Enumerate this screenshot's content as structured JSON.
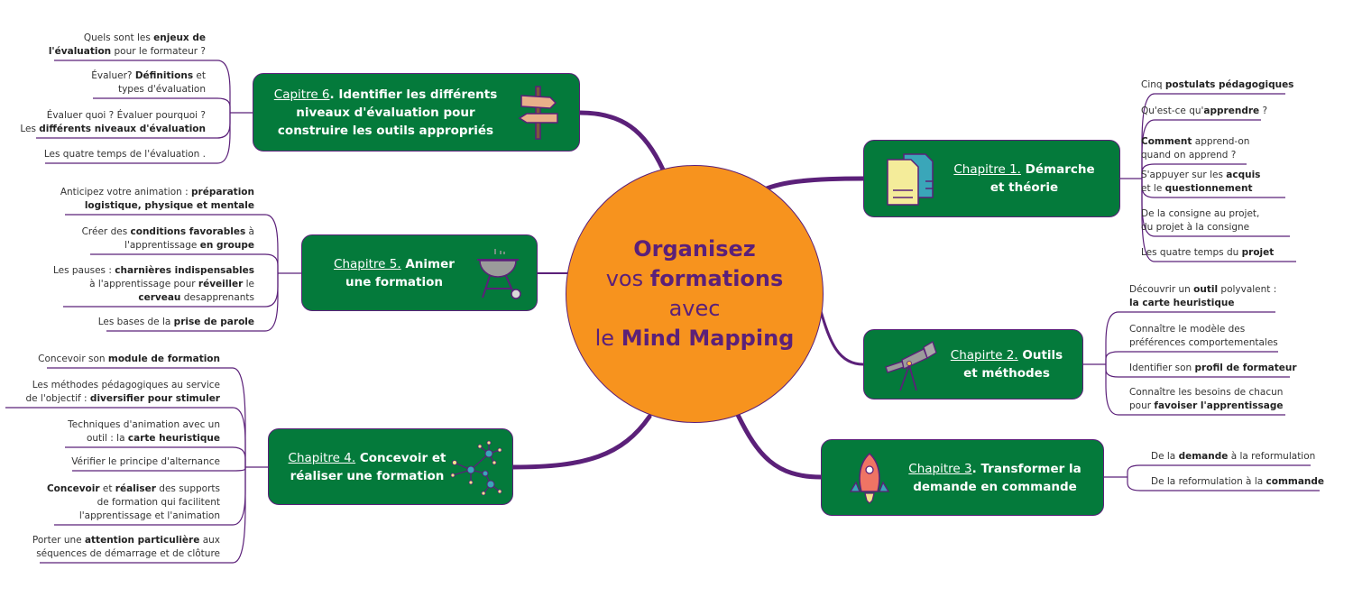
{
  "center": {
    "line1_bold": "Organisez",
    "line2_normal": "vos ",
    "line2_bold": "formations",
    "line3_normal": "avec",
    "line4_normal": "le ",
    "line4_bold": "Mind Mapping"
  },
  "colors": {
    "center_fill": "#f7931e",
    "accent": "#5b2079",
    "topic_fill": "#047a3b",
    "topic_text": "#ffffff"
  },
  "topics": [
    {
      "id": "ch1",
      "chapter_label": "Chapitre 1.",
      "title_part1": " Démarche",
      "title_part2": "et théorie",
      "icon": "documents-icon",
      "subtopics": [
        {
          "parts": [
            [
              "Cinq ",
              false
            ],
            [
              "postulats pédagogiques",
              true
            ]
          ]
        },
        {
          "parts": [
            [
              "Qu'est-ce qu'",
              false
            ],
            [
              "apprendre",
              true
            ],
            [
              " ?",
              false
            ]
          ]
        },
        {
          "parts": [
            [
              "Comment",
              true
            ],
            [
              " apprend-on",
              false
            ]
          ],
          "parts2": [
            [
              "quand on apprend ?",
              false
            ]
          ]
        },
        {
          "parts": [
            [
              "S'appuyer sur les ",
              false
            ],
            [
              "acquis",
              true
            ]
          ],
          "parts2": [
            [
              "et le ",
              false
            ],
            [
              "questionnement",
              true
            ]
          ]
        },
        {
          "parts": [
            [
              "De la consigne au projet,",
              false
            ]
          ],
          "parts2": [
            [
              "du projet à la consigne",
              false
            ]
          ]
        },
        {
          "parts": [
            [
              "Les quatre temps du ",
              false
            ],
            [
              "projet",
              true
            ]
          ]
        }
      ]
    },
    {
      "id": "ch2",
      "chapter_label": "Chapirte 2.",
      "title_part1": " Outils",
      "title_part2": "et méthodes",
      "icon": "telescope-icon",
      "subtopics": [
        {
          "parts": [
            [
              "Découvrir un ",
              false
            ],
            [
              "outil",
              true
            ],
            [
              " polyvalent :",
              false
            ]
          ],
          "parts2": [
            [
              "la carte heuristique",
              true
            ]
          ]
        },
        {
          "parts": [
            [
              "Connaître le modèle des",
              false
            ]
          ],
          "parts2": [
            [
              "préférences comportementales",
              false
            ]
          ]
        },
        {
          "parts": [
            [
              "Identifier son ",
              false
            ],
            [
              "profil de formateur",
              true
            ]
          ]
        },
        {
          "parts": [
            [
              "Connaître les besoins de chacun",
              false
            ]
          ],
          "parts2": [
            [
              "pour ",
              false
            ],
            [
              "favoiser l'apprentissage",
              true
            ]
          ]
        }
      ]
    },
    {
      "id": "ch3",
      "chapter_label": "Chapitre 3",
      "title_part1": ". Transformer la",
      "title_part2": "demande en commande",
      "icon": "rocket-icon",
      "subtopics": [
        {
          "parts": [
            [
              "De la ",
              false
            ],
            [
              "demande",
              true
            ],
            [
              " à la reformulation",
              false
            ]
          ]
        },
        {
          "parts": [
            [
              "De la reformulation à la ",
              false
            ],
            [
              "commande",
              true
            ]
          ]
        }
      ]
    },
    {
      "id": "ch4",
      "chapter_label": "Chapitre 4.",
      "title_part1": " Concevoir et",
      "title_part2": "réaliser une formation",
      "icon": "network-icon",
      "subtopics": [
        {
          "parts": [
            [
              "Concevoir son ",
              false
            ],
            [
              "module de formation",
              true
            ]
          ]
        },
        {
          "parts": [
            [
              "Les méthodes pédagogiques au service",
              false
            ]
          ],
          "parts2": [
            [
              "de l'objectif : ",
              false
            ],
            [
              "diversifier pour stimuler",
              true
            ]
          ]
        },
        {
          "parts": [
            [
              "Techniques d'animation avec un",
              false
            ]
          ],
          "parts2": [
            [
              "outil : la ",
              false
            ],
            [
              "carte heuristique",
              true
            ]
          ]
        },
        {
          "parts": [
            [
              "Vérifier le principe d'alternance",
              false
            ]
          ]
        },
        {
          "parts": [
            [
              "Concevoir",
              true
            ],
            [
              " et ",
              false
            ],
            [
              "réaliser",
              true
            ],
            [
              " des supports",
              false
            ]
          ],
          "parts2": [
            [
              "de formation qui facilitent",
              false
            ]
          ],
          "parts3": [
            [
              "l'apprentissage et l'animation",
              false
            ]
          ]
        },
        {
          "parts": [
            [
              "Porter une ",
              false
            ],
            [
              "attention particulière",
              true
            ],
            [
              " aux",
              false
            ]
          ],
          "parts2": [
            [
              "séquences de démarrage et de clôture",
              false
            ]
          ]
        }
      ]
    },
    {
      "id": "ch5",
      "chapter_label": "Chapitre 5.",
      "title_part1": " Animer",
      "title_part2": "une formation",
      "icon": "barbecue-grill-icon",
      "subtopics": [
        {
          "parts": [
            [
              "Anticipez votre animation : ",
              false
            ],
            [
              "préparation",
              true
            ]
          ],
          "parts2": [
            [
              "logistique, physique et mentale",
              true
            ]
          ]
        },
        {
          "parts": [
            [
              "Créer des ",
              false
            ],
            [
              "conditions favorables",
              true
            ],
            [
              " à",
              false
            ]
          ],
          "parts2": [
            [
              "l'apprentissage ",
              false
            ],
            [
              "en groupe",
              true
            ]
          ]
        },
        {
          "parts": [
            [
              "Les pauses : ",
              false
            ],
            [
              "charnières indispensables",
              true
            ]
          ],
          "parts2": [
            [
              "à l'apprentissage pour ",
              false
            ],
            [
              "réveiller",
              true
            ],
            [
              " le",
              false
            ]
          ],
          "parts3": [
            [
              "cerveau",
              true
            ],
            [
              " desapprenants",
              false
            ]
          ]
        },
        {
          "parts": [
            [
              "Les bases de la ",
              false
            ],
            [
              "prise de parole",
              true
            ]
          ]
        }
      ]
    },
    {
      "id": "ch6",
      "chapter_label": "Capitre 6",
      "title_part1": ". Identifier les différents",
      "title_part2": "niveaux d'évaluation pour",
      "title_part3": "construire les outils appropriés",
      "icon": "signpost-icon",
      "subtopics": [
        {
          "parts": [
            [
              "Quels sont  les ",
              false
            ],
            [
              "enjeux de",
              true
            ]
          ],
          "parts2": [
            [
              "l'évaluation",
              true
            ],
            [
              " pour le formateur ?",
              false
            ]
          ]
        },
        {
          "parts": [
            [
              "Évaluer?  ",
              false
            ],
            [
              "Définitions",
              true
            ],
            [
              " et",
              false
            ]
          ],
          "parts2": [
            [
              "types d'évaluation",
              false
            ]
          ]
        },
        {
          "parts": [
            [
              "Évaluer quoi ? Évaluer pourquoi ?",
              false
            ]
          ],
          "parts2": [
            [
              "Les ",
              false
            ],
            [
              "différents niveaux d'évaluation",
              true
            ]
          ]
        },
        {
          "parts": [
            [
              "Les quatre temps de l'évaluation .",
              false
            ]
          ]
        }
      ]
    }
  ]
}
